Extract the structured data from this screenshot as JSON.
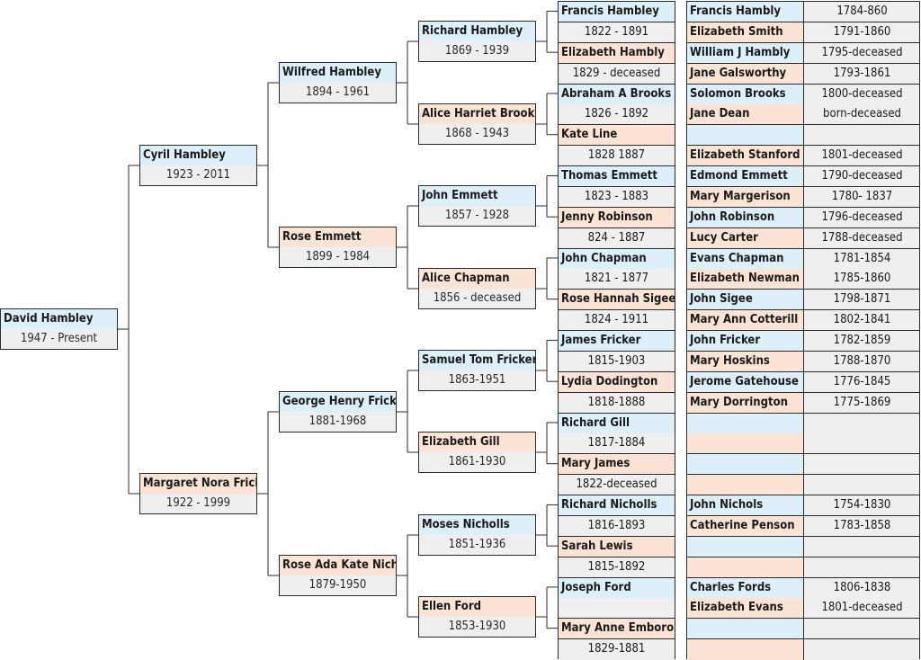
{
  "gen1": {
    "name": "David Hambley",
    "dates": "1947 - Present",
    "sex": "m"
  },
  "gen2": [
    {
      "name": "Cyril Hambley",
      "dates": "1923 - 2011",
      "sex": "m"
    },
    {
      "name": "Margaret Nora Fricker",
      "dates": "1922 - 1999",
      "sex": "f"
    }
  ],
  "gen3": [
    {
      "name": "Wilfred Hambley",
      "dates": "1894 - 1961",
      "sex": "m"
    },
    {
      "name": "Rose Emmett",
      "dates": "1899 - 1984",
      "sex": "f"
    },
    {
      "name": "George Henry Fricker",
      "dates": "1881-1968",
      "sex": "m"
    },
    {
      "name": "Rose Ada Kate Nicholls",
      "dates": "1879-1950",
      "sex": "f"
    }
  ],
  "gen4": [
    {
      "name": "Richard Hambley",
      "dates": "1869 - 1939",
      "sex": "m"
    },
    {
      "name": "Alice Harriet Brooks",
      "dates": "1868 - 1943",
      "sex": "f"
    },
    {
      "name": "John Emmett",
      "dates": "1857 - 1928",
      "sex": "m"
    },
    {
      "name": "Alice Chapman",
      "dates": "1856 - deceased",
      "sex": "f"
    },
    {
      "name": "Samuel Tom Fricker",
      "dates": "1863-1951",
      "sex": "m"
    },
    {
      "name": "Elizabeth Gill",
      "dates": "1861-1930",
      "sex": "f"
    },
    {
      "name": "Moses Nicholls",
      "dates": "1851-1936",
      "sex": "m"
    },
    {
      "name": "Ellen Ford",
      "dates": "1853-1930",
      "sex": "f"
    }
  ],
  "gen5": [
    {
      "name": "Francis Hambley",
      "dates": "1822 - 1891",
      "sex": "m"
    },
    {
      "name": "Elizabeth Hambly",
      "dates": "1829 - deceased",
      "sex": "f"
    },
    {
      "name": "Abraham A Brooks",
      "dates": "1826 - 1892",
      "sex": "m"
    },
    {
      "name": "Kate Line",
      "dates": "1828 1887",
      "sex": "f"
    },
    {
      "name": "Thomas Emmett",
      "dates": "1823 - 1883",
      "sex": "m"
    },
    {
      "name": "Jenny Robinson",
      "dates": "824 - 1887",
      "sex": "f"
    },
    {
      "name": "John Chapman",
      "dates": "1821 - 1877",
      "sex": "m"
    },
    {
      "name": "Rose Hannah Sigee",
      "dates": "1824 - 1911",
      "sex": "f"
    },
    {
      "name": "James Fricker",
      "dates": "1815-1903",
      "sex": "m"
    },
    {
      "name": "Lydia Dodington",
      "dates": "1818-1888",
      "sex": "f"
    },
    {
      "name": "Richard Gill",
      "dates": "1817-1884",
      "sex": "m"
    },
    {
      "name": "Mary James",
      "dates": "1822-deceased",
      "sex": "f"
    },
    {
      "name": "Richard Nicholls",
      "dates": "1816-1893",
      "sex": "m"
    },
    {
      "name": "Sarah Lewis",
      "dates": "1815-1892",
      "sex": "f"
    },
    {
      "name": "Joseph Ford",
      "dates": "",
      "sex": "m"
    },
    {
      "name": "Mary Anne Emborough",
      "dates": "1829-1881",
      "sex": "f"
    }
  ],
  "gen6": [
    {
      "name": "Francis Hambly",
      "dates": "1784-860",
      "sex": "m"
    },
    {
      "name": "Elizabeth Smith",
      "dates": "1791-1860",
      "sex": "f"
    },
    {
      "name": "William J Hambly",
      "dates": "1795-deceased",
      "sex": "m"
    },
    {
      "name": "Jane Galsworthy",
      "dates": "1793-1861",
      "sex": "f"
    },
    {
      "name": "Solomon Brooks",
      "dates": "1800-deceased",
      "sex": "m"
    },
    {
      "name": "Jane Dean",
      "dates": "born-deceased",
      "sex": "f"
    },
    {
      "name": "",
      "dates": "",
      "sex": "m"
    },
    {
      "name": "Elizabeth Stanford",
      "dates": "1801-deceased",
      "sex": "f"
    },
    {
      "name": "Edmond Emmett",
      "dates": "1790-deceased",
      "sex": "m"
    },
    {
      "name": "Mary Margerison",
      "dates": "1780- 1837",
      "sex": "f"
    },
    {
      "name": "John Robinson",
      "dates": "1796-deceased",
      "sex": "m"
    },
    {
      "name": "Lucy Carter",
      "dates": "1788-deceased",
      "sex": "f"
    },
    {
      "name": "Evans Chapman",
      "dates": "1781-1854",
      "sex": "m"
    },
    {
      "name": "Elizabeth Newman",
      "dates": "1785-1860",
      "sex": "f"
    },
    {
      "name": "John Sigee",
      "dates": "1798-1871",
      "sex": "m"
    },
    {
      "name": "Mary Ann Cotterill",
      "dates": "1802-1841",
      "sex": "f"
    },
    {
      "name": "John Fricker",
      "dates": "1782-1859",
      "sex": "m"
    },
    {
      "name": "Mary Hoskins",
      "dates": "1788-1870",
      "sex": "f"
    },
    {
      "name": "Jerome Gatehouse",
      "dates": "1776-1845",
      "sex": "m"
    },
    {
      "name": "Mary Dorrington",
      "dates": "1775-1869",
      "sex": "f"
    },
    {
      "name": "",
      "dates": "",
      "sex": "m"
    },
    {
      "name": "",
      "dates": "",
      "sex": "f"
    },
    {
      "name": "",
      "dates": "",
      "sex": "m"
    },
    {
      "name": "",
      "dates": "",
      "sex": "f"
    },
    {
      "name": "John Nichols",
      "dates": "1754-1830",
      "sex": "m"
    },
    {
      "name": "Catherine Penson",
      "dates": "1783-1858",
      "sex": "f"
    },
    {
      "name": "",
      "dates": "",
      "sex": "m"
    },
    {
      "name": "",
      "dates": "",
      "sex": "f"
    },
    {
      "name": "Charles Fords",
      "dates": "1806-1838",
      "sex": "m"
    },
    {
      "name": "Elizabeth Evans",
      "dates": "1801-deceased",
      "sex": "f"
    },
    {
      "name": "",
      "dates": "",
      "sex": "m"
    },
    {
      "name": "",
      "dates": "",
      "sex": "f"
    }
  ],
  "colors": {
    "male": "#ddf0fa",
    "female": "#fbe3d6",
    "dates": "#efefef",
    "line": "#2b2b2b"
  }
}
